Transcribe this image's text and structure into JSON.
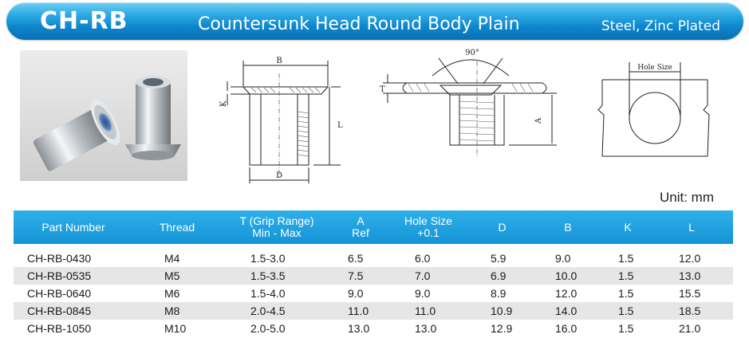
{
  "header": {
    "code": "CH-RB",
    "title": "Countersunk Head Round Body Plain",
    "material": "Steel, Zinc Plated"
  },
  "diagrams": {
    "dim_b": "B",
    "dim_k": "K",
    "dim_l": "L",
    "dim_d": "D",
    "angle": "90°",
    "dim_t": "T",
    "dim_a": "A",
    "hole_size": "Hole Size"
  },
  "unit_label": "Unit: mm",
  "table": {
    "headers": [
      {
        "line1": "Part Number",
        "line2": ""
      },
      {
        "line1": "Thread",
        "line2": ""
      },
      {
        "line1": "T  (Grip Range)",
        "line2": "Min - Max"
      },
      {
        "line1": "A",
        "line2": "Ref"
      },
      {
        "line1": "Hole Size",
        "line2": "+0.1"
      },
      {
        "line1": "D",
        "line2": ""
      },
      {
        "line1": "B",
        "line2": ""
      },
      {
        "line1": "K",
        "line2": ""
      },
      {
        "line1": "L",
        "line2": ""
      }
    ],
    "rows": [
      [
        "CH-RB-0430",
        "M4",
        "1.5-3.0",
        "6.5",
        "6.0",
        "5.9",
        "9.0",
        "1.5",
        "12.0"
      ],
      [
        "CH-RB-0535",
        "M5",
        "1.5-3.5",
        "7.5",
        "7.0",
        "6.9",
        "10.0",
        "1.5",
        "13.0"
      ],
      [
        "CH-RB-0640",
        "M6",
        "1.5-4.0",
        "9.0",
        "9.0",
        "8.9",
        "12.0",
        "1.5",
        "15.5"
      ],
      [
        "CH-RB-0845",
        "M8",
        "2.0-4.5",
        "11.0",
        "11.0",
        "10.9",
        "14.0",
        "1.5",
        "18.5"
      ],
      [
        "CH-RB-1050",
        "M10",
        "2.0-5.0",
        "13.0",
        "13.0",
        "12.9",
        "16.0",
        "1.5",
        "21.0"
      ]
    ]
  },
  "colors": {
    "banner": "#1593d6",
    "table_header": "#1fa2e0",
    "row_alt": "#e6e6e6"
  }
}
